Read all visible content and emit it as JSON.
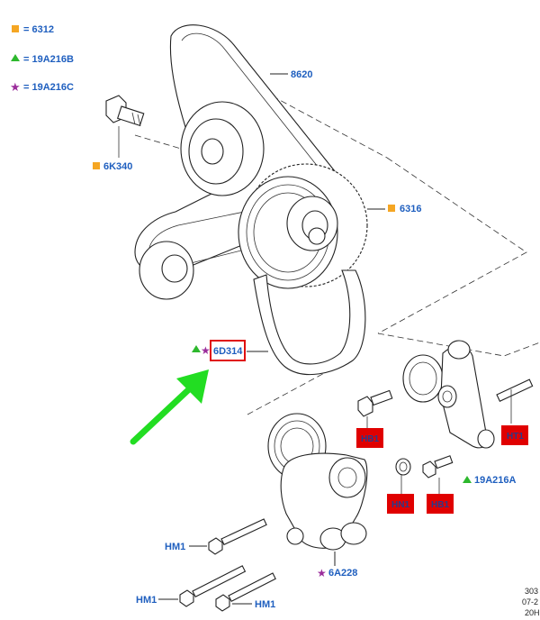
{
  "legend": [
    {
      "symbol": "square",
      "color": "#f5a623",
      "label": "= 6312"
    },
    {
      "symbol": "triangle",
      "color": "#2db82d",
      "label": "= 19A216B"
    },
    {
      "symbol": "star",
      "color": "#9b2d9b",
      "label": "= 19A216C"
    }
  ],
  "callouts": {
    "belt_top": "8620",
    "bolt_top": "6K340",
    "pulley": "6316",
    "main_belt": "6D314",
    "tensioner_bracket": "19A216A",
    "idler": "6A228",
    "bolt_left": "HM1",
    "bolt_bottom_left": "HM1",
    "bolt_bottom": "HM1"
  },
  "red_boxes": [
    "HB1",
    "HT1",
    "HN1",
    "HB1"
  ],
  "colors": {
    "callout_text": "#1f5fbf",
    "highlight_box": "#e01010",
    "arrow": "#22dd22",
    "red_label_bg": "#e00000"
  },
  "meta": [
    "303",
    "07-2",
    "20H"
  ]
}
